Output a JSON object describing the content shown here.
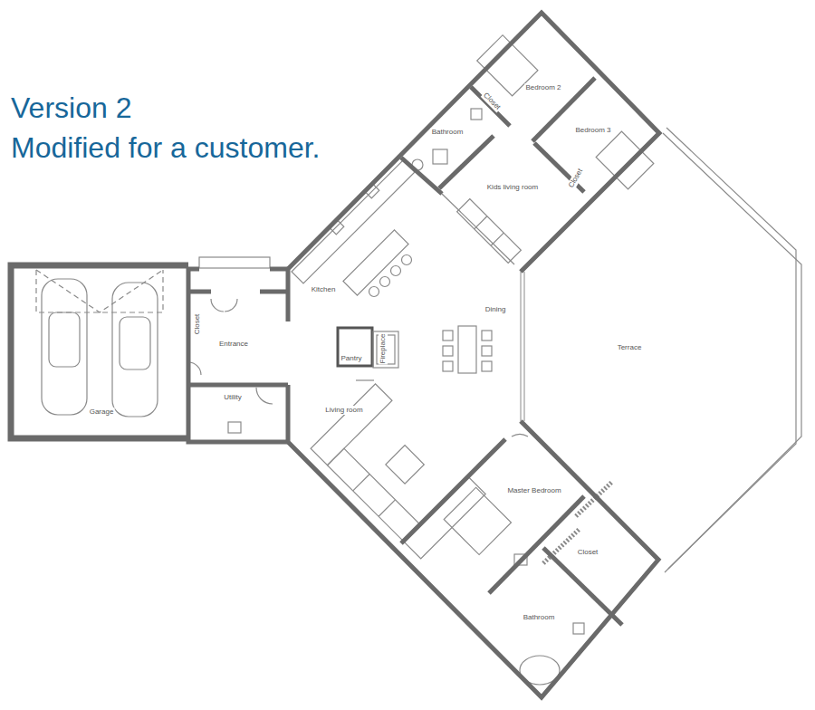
{
  "diagram": {
    "title": "Version 2",
    "caption": "Modified for a customer.",
    "labels": [
      "Bedroom 2",
      "Closet",
      "Bathroom",
      "Bedroom 3",
      "Closet",
      "Kids living room",
      "Kitchen",
      "Dining",
      "Closet",
      "Entrance",
      "Terrace",
      "Pantry",
      "Fireplace",
      "Utility",
      "Living room",
      "Garage",
      "Master Bedroom",
      "Closet",
      "Bathroom"
    ]
  }
}
